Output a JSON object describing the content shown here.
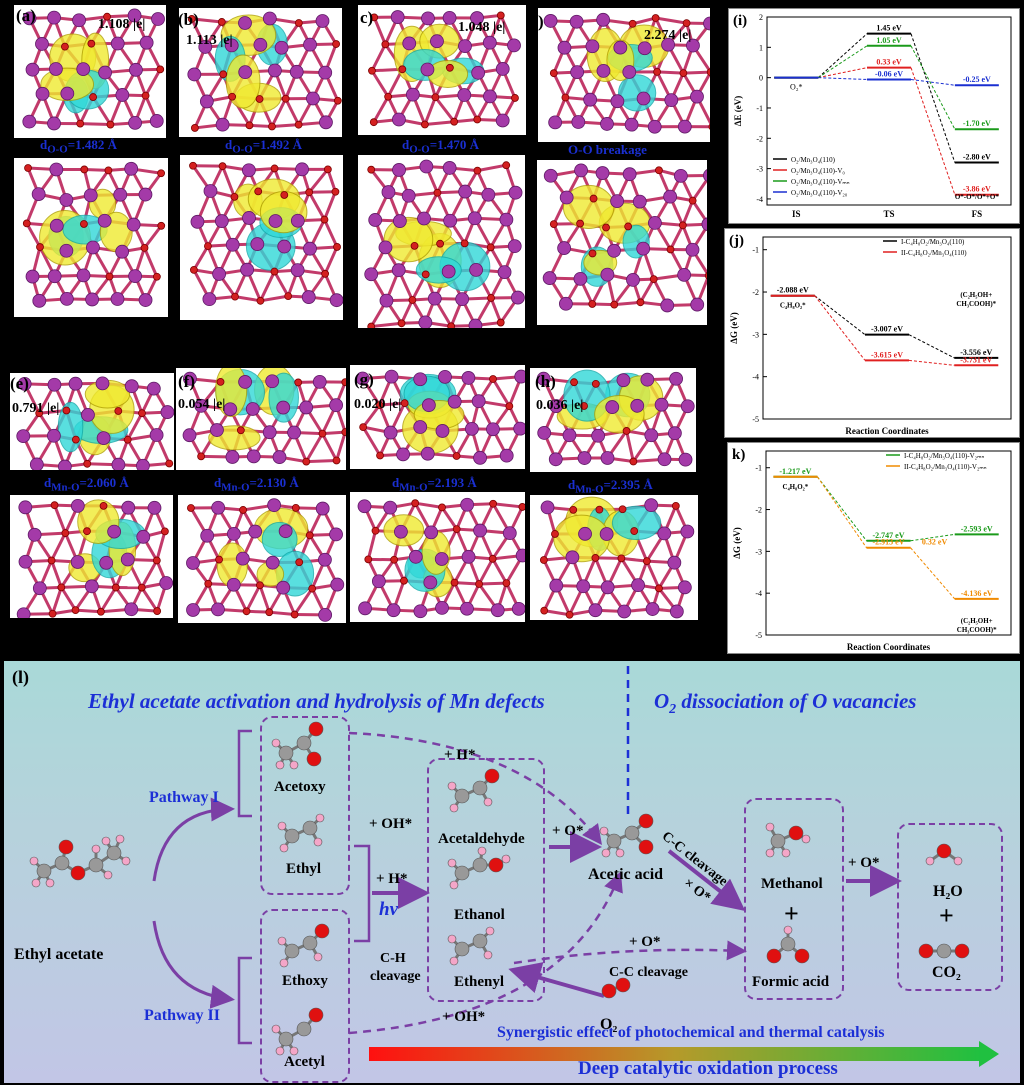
{
  "panels_top": [
    {
      "label": "(a)",
      "charge": "1.108 |e|",
      "dist": "d",
      "dsub": "O-O",
      "dval": "=1.482 Å"
    },
    {
      "label": "(b)",
      "charge": "1.113 |e|",
      "dist": "d",
      "dsub": "O-O",
      "dval": "=1.492 Å"
    },
    {
      "label": "c)",
      "charge": "1.048 |e|",
      "dist": "d",
      "dsub": "O-O",
      "dval": "=1.470 Å"
    },
    {
      "label": ")",
      "charge": "2.274 |e|",
      "dist": "O-O breakage",
      "dsub": "",
      "dval": ""
    }
  ],
  "panels_mid": [
    {
      "label": "(e)",
      "charge": "0.791 |e|",
      "dist": "d",
      "dsub": "Mn-O",
      "dval": "=2.060 Å"
    },
    {
      "label": "(f)",
      "charge": "0.054 |e|",
      "dist": "d",
      "dsub": "Mn-O",
      "dval": "=2.130 Å"
    },
    {
      "label": "(g)",
      "charge": "0.020 |e|",
      "dist": "d",
      "dsub": "Mn-O",
      "dval": "=2.193 Å"
    },
    {
      "label": "(h)",
      "charge": "0.036 |e|",
      "dist": "d",
      "dsub": "Mn-O",
      "dval": "=2.395 Å"
    }
  ],
  "chart_data": [
    {
      "type": "line",
      "panel": "(i)",
      "ylabel": "ΔE (eV)",
      "categories": [
        "IS",
        "TS",
        "FS"
      ],
      "ylim": [
        -4.2,
        2
      ],
      "yticks": [
        2,
        1,
        0,
        -1,
        -2,
        -3,
        -4
      ],
      "is_label": "O₂*",
      "fs_label": "O*-O*/O*+O*",
      "series": [
        {
          "name": "O₂/Mn₃O₄(110)",
          "color": "#000000",
          "values": [
            0,
            1.45,
            -2.8
          ],
          "labels": [
            "",
            "1.45 eV",
            "-2.80 eV"
          ]
        },
        {
          "name": "O₂/Mn₃O₄(110)-V₀",
          "color": "#e02020",
          "values": [
            0,
            0.33,
            -3.86
          ],
          "labels": [
            "",
            "0.33 eV",
            "-3.86 eV"
          ]
        },
        {
          "name": "O₂/Mn₃O₄(110)-Vₘₙ",
          "color": "#1a9a1a",
          "values": [
            0,
            1.05,
            -1.7
          ],
          "labels": [
            "",
            "1.05 eV",
            "-1.70 eV"
          ]
        },
        {
          "name": "O₂/Mn₃O₄(110)-V₂₀",
          "color": "#1a2fd1",
          "values": [
            0,
            -0.06,
            -0.25
          ],
          "labels": [
            "",
            "-0.06 eV",
            "-0.25 eV"
          ]
        }
      ]
    },
    {
      "type": "line",
      "panel": "(j)",
      "ylabel": "ΔG (eV)",
      "xlabel": "Reaction Coordinates",
      "ylim": [
        -5,
        -0.7
      ],
      "yticks": [
        -1,
        -2,
        -3,
        -4,
        -5
      ],
      "start_label": "C₄H₈O₂*",
      "end_label": "(C₂H₅OH+",
      "end_label2": "CH₃COOH)*",
      "series": [
        {
          "name": "I-C₄H₈O₂/Mn₃O₄(110)",
          "color": "#000000",
          "values": [
            -2.088,
            -3.007,
            -3.556
          ],
          "labels": [
            "-2.088 eV",
            "-3.007 eV",
            "-3.556 eV"
          ]
        },
        {
          "name": "II-C₄H₈O₂/Mn₃O₄(110)",
          "color": "#e02020",
          "values": [
            -2.088,
            -3.615,
            -3.731
          ],
          "labels": [
            "",
            "-3.615 eV",
            "-3.731 eV"
          ]
        }
      ]
    },
    {
      "type": "line",
      "panel": "k)",
      "ylabel": "ΔG (eV)",
      "xlabel": "Reaction Coordinates",
      "ylim": [
        -5,
        -0.6
      ],
      "yticks": [
        -1,
        -2,
        -3,
        -4,
        -5
      ],
      "start_label": "C₄H₈O₂*",
      "end_label": "(C₂H₅OH+",
      "end_label2": "CH₃COOH)*",
      "annotation": "0.32 eV",
      "series": [
        {
          "name": "I-C₄H₈O₂/Mn₃O₄(110)-V₂ₘₙ",
          "color": "#1a9a1a",
          "values": [
            -1.217,
            -2.747,
            -2.593
          ],
          "labels": [
            "-1.217 eV",
            "-2.747 eV",
            "-2.593 eV"
          ]
        },
        {
          "name": "II-C₄H₈O₂/Mn₃O₄(110)-V₂ₘₙ",
          "color": "#f08a00",
          "values": [
            -1.217,
            -2.913,
            -4.136
          ],
          "labels": [
            "",
            "-2.913 eV",
            "-4.136 eV"
          ]
        }
      ]
    }
  ],
  "scheme": {
    "label": "(l)",
    "title_left": "Ethyl acetate activation and hydrolysis of Mn defects",
    "title_right_pre": "O",
    "title_right_sub": "2",
    "title_right_post": " dissociation of O vacancies",
    "ethyl_acetate": "Ethyl acetate",
    "pathway1": "Pathway I",
    "pathway2": "Pathway II",
    "acetoxy": "Acetoxy",
    "ethyl": "Ethyl",
    "ethoxy": "Ethoxy",
    "acetyl": "Acetyl",
    "oh1": "+ OH*",
    "h1": "+ H*",
    "hv": "hv",
    "ch_cleavage1": "C-H",
    "ch_cleavage2": "cleavage",
    "acetaldehyde": "Acetaldehyde",
    "ethanol": "Ethanol",
    "ethenyl": "Ethenyl",
    "h_top": "+ H*",
    "o1": "+ O*",
    "acetic_acid": "Acetic acid",
    "times_o": "× O*",
    "cc_cleavage": "C-C cleavage",
    "o2plus": "+ O*",
    "cc_cleavage2": "C-C cleavage",
    "methanol": "Methanol",
    "plus": "+",
    "formic_acid": "Formic acid",
    "o3": "+ O*",
    "h2o": "H₂O",
    "plus2": "+",
    "co2": "CO₂",
    "o2": "O₂",
    "oh2": "+ OH*",
    "synergy": "Synergistic effect of photochemical and thermal catalysis",
    "deep": "Deep catalytic oxidation process"
  },
  "colors": {
    "mn": "#a43aa8",
    "o": "#d42020",
    "bond": "#c23a6a",
    "iso_yellow": "#f0ea30",
    "iso_cyan": "#30d8d8",
    "purple": "#7b3fa5",
    "blue": "#1c2fd6"
  }
}
